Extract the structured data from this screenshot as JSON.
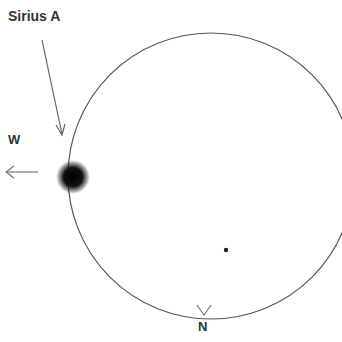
{
  "diagram": {
    "labels": [
      "Sirius A",
      "W",
      "N"
    ]
  }
}
